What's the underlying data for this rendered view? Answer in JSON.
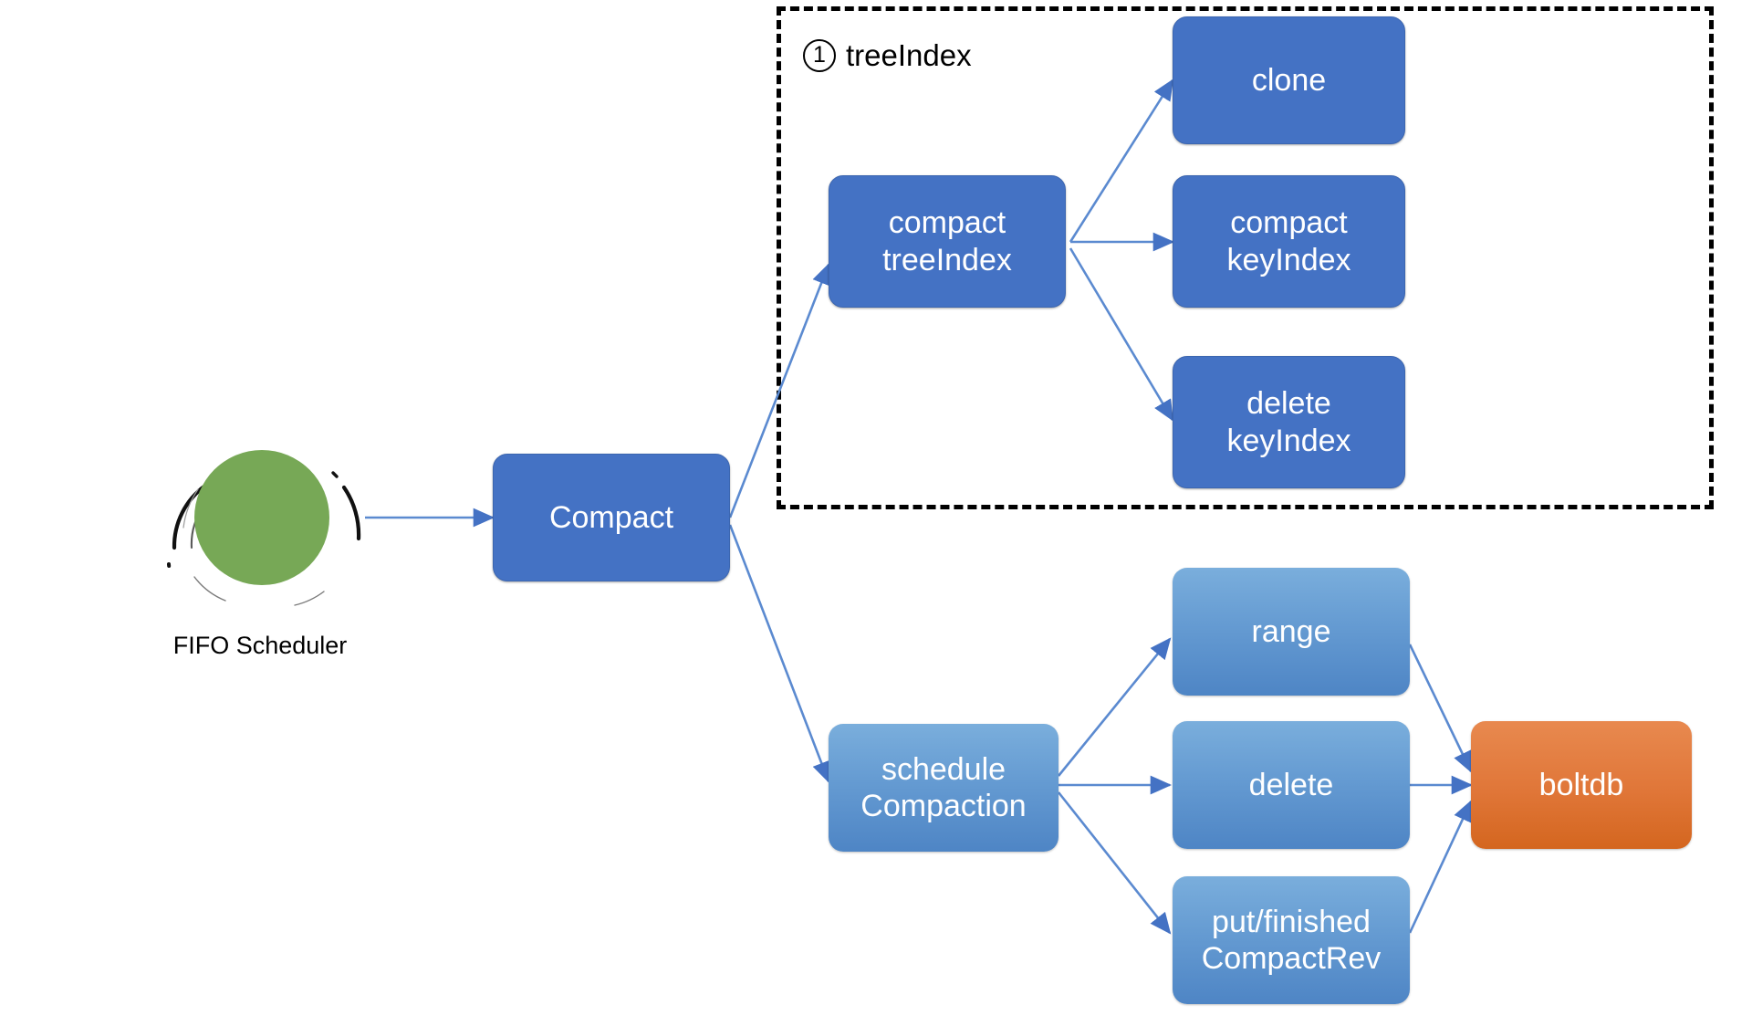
{
  "diagram": {
    "title_visible": false,
    "background": "#ffffff",
    "colors": {
      "dark_blue": "#4472C4",
      "light_blue": "#659BD2",
      "orange": "#E07638",
      "green": "#77A856",
      "arrow": "#4472C4",
      "dashed_border": "#000000",
      "text_on_node": "#ffffff",
      "text_plain": "#000000"
    }
  },
  "scheduler": {
    "name": "fifo-scheduler",
    "label": "FIFO Scheduler",
    "shape": "circle",
    "color": "#77A856"
  },
  "group": {
    "name": "treeindex-group",
    "marker": "①",
    "marker_number": "1",
    "label": "treeIndex",
    "border_style": "dashed"
  },
  "nodes": [
    {
      "id": "compact",
      "label": "Compact",
      "style": "dark"
    },
    {
      "id": "compact-treeindex",
      "label": "compact\ntreeIndex",
      "style": "dark"
    },
    {
      "id": "clone",
      "label": "clone",
      "style": "dark"
    },
    {
      "id": "compact-keyindex",
      "label": "compact\nkeyIndex",
      "style": "dark"
    },
    {
      "id": "delete-keyindex",
      "label": "delete\nkeyIndex",
      "style": "dark"
    },
    {
      "id": "schedule-compaction",
      "label": "schedule\nCompaction",
      "style": "light"
    },
    {
      "id": "range",
      "label": "range",
      "style": "light"
    },
    {
      "id": "delete",
      "label": "delete",
      "style": "light"
    },
    {
      "id": "put-finished",
      "label": "put/finished\nCompactRev",
      "style": "light"
    },
    {
      "id": "boltdb",
      "label": "boltdb",
      "style": "orange"
    }
  ],
  "node_labels": {
    "compact": "Compact",
    "compact_treeindex_l1": "compact",
    "compact_treeindex_l2": "treeIndex",
    "clone": "clone",
    "compact_keyindex_l1": "compact",
    "compact_keyindex_l2": "keyIndex",
    "delete_keyindex_l1": "delete",
    "delete_keyindex_l2": "keyIndex",
    "schedule_compaction_l1": "schedule",
    "schedule_compaction_l2": "Compaction",
    "range": "range",
    "delete": "delete",
    "put_finished_l1": "put/finished",
    "put_finished_l2": "CompactRev",
    "boltdb": "boltdb"
  },
  "edges": [
    {
      "from": "fifo-scheduler",
      "to": "compact"
    },
    {
      "from": "compact",
      "to": "compact-treeindex"
    },
    {
      "from": "compact",
      "to": "schedule-compaction"
    },
    {
      "from": "compact-treeindex",
      "to": "clone"
    },
    {
      "from": "compact-treeindex",
      "to": "compact-keyindex"
    },
    {
      "from": "compact-treeindex",
      "to": "delete-keyindex"
    },
    {
      "from": "schedule-compaction",
      "to": "range"
    },
    {
      "from": "schedule-compaction",
      "to": "delete"
    },
    {
      "from": "schedule-compaction",
      "to": "put-finished"
    },
    {
      "from": "range",
      "to": "boltdb"
    },
    {
      "from": "delete",
      "to": "boltdb"
    },
    {
      "from": "put-finished",
      "to": "boltdb"
    }
  ]
}
